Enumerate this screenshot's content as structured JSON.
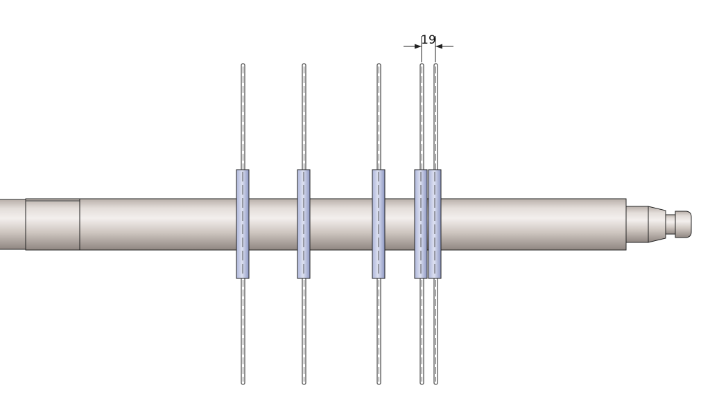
{
  "diagram": {
    "dimension": {
      "value": "19"
    },
    "discs": [
      {
        "id": "disc-1"
      },
      {
        "id": "disc-2"
      },
      {
        "id": "disc-3"
      },
      {
        "id": "disc-4"
      },
      {
        "id": "disc-5"
      }
    ],
    "colors": {
      "background": "#ffffff",
      "shaft_light": "#ece7e4",
      "shaft_mid": "#c9c0ba",
      "shaft_dark": "#8f8681",
      "hub_light": "#d7dcef",
      "hub_dark": "#8e98c4",
      "outline": "#222222"
    }
  }
}
